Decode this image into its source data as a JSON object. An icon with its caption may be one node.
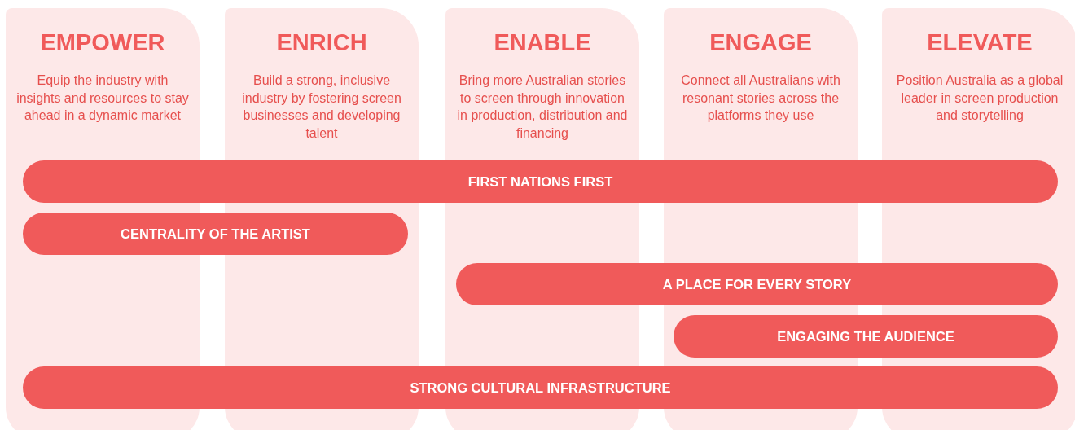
{
  "diagram": {
    "nodes": [
      {
        "text": [
          "EMPOWER",
          "Equip the industry with insights and resources to stay ahead in a dynamic market"
        ]
      },
      {
        "text": [
          "ENRICH",
          "Build a strong, inclusive industry by fostering screen businesses and developing talent"
        ]
      },
      {
        "text": [
          "ENABLE",
          "Bring more Australian stories to screen through innovation in production, distribution and financing"
        ]
      },
      {
        "text": [
          "ENGAGE",
          "Connect all Australians with resonant stories across the platforms they use"
        ]
      },
      {
        "text": [
          "ELEVATE",
          "Position Australia as a global leader in screen production and storytelling"
        ]
      },
      {
        "text": [
          "FIRST NATIONS FIRST"
        ]
      },
      {
        "text": [
          "CENTRALITY OF THE ARTIST"
        ]
      },
      {
        "text": [
          "A PLACE FOR EVERY STORY"
        ]
      },
      {
        "text": [
          "ENGAGING THE AUDIENCE"
        ]
      },
      {
        "text": [
          "STRONG CULTURAL INFRASTRUCTURE"
        ]
      }
    ],
    "edges": []
  }
}
